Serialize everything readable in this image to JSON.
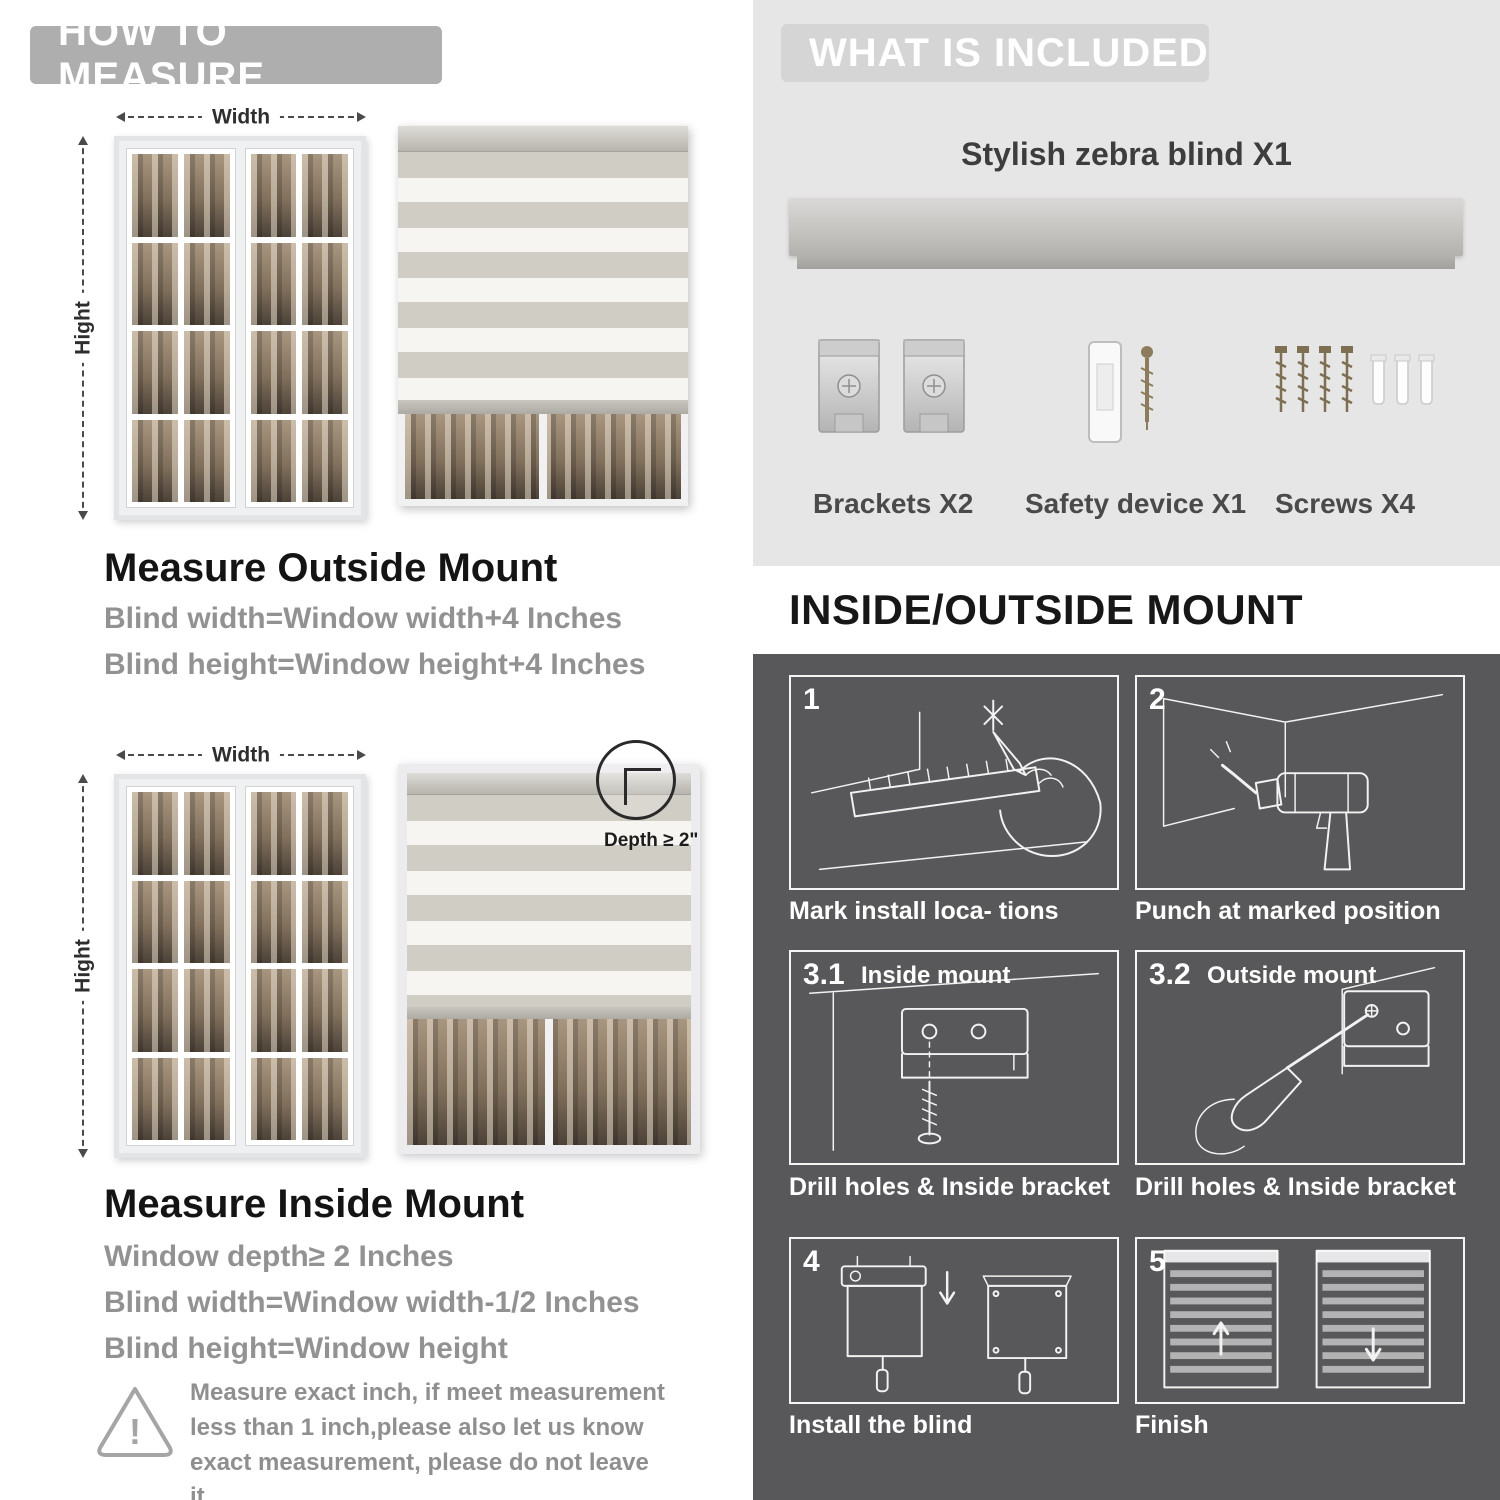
{
  "left": {
    "header": "HOW TO MEASURE",
    "figures": {
      "width_label": "Width",
      "height_label": "Hight",
      "depth_label": "Depth ≥ 2\""
    },
    "outside": {
      "heading": "Measure Outside Mount",
      "lines": [
        "Blind width=Window width+4 Inches",
        "Blind height=Window height+4 Inches"
      ]
    },
    "inside": {
      "heading": "Measure Inside Mount",
      "lines": [
        "Window depth≥ 2 Inches",
        "Blind width=Window width-1/2 Inches",
        "Blind height=Window height"
      ]
    },
    "note": {
      "mark": "!",
      "text": "Measure exact inch, if meet measurement less than 1 inch,please also let us know exact measurement, please do not leave it"
    }
  },
  "included": {
    "header": "WHAT IS INCLUDED",
    "blind_label": "Stylish zebra blind X1",
    "parts": [
      {
        "label": "Brackets X2"
      },
      {
        "label": "Safety device X1"
      },
      {
        "label": "Screws X4"
      }
    ]
  },
  "mount": {
    "header": "INSIDE/OUTSIDE MOUNT",
    "steps": [
      {
        "num": "1",
        "caption": "Mark install loca- tions"
      },
      {
        "num": "2",
        "caption": "Punch at  marked position"
      },
      {
        "num": "3.1",
        "label": "Inside mount",
        "caption": "Drill holes &  Inside bracket"
      },
      {
        "num": "3.2",
        "label": "Outside mount",
        "caption": "Drill holes &  Inside bracket"
      },
      {
        "num": "4",
        "caption": "Install the blind"
      },
      {
        "num": "5",
        "caption": "Finish"
      }
    ]
  },
  "colors": {
    "header_pill": "#aeaeae",
    "light_section": "#e6e6e6",
    "dark_section": "#58585a"
  }
}
